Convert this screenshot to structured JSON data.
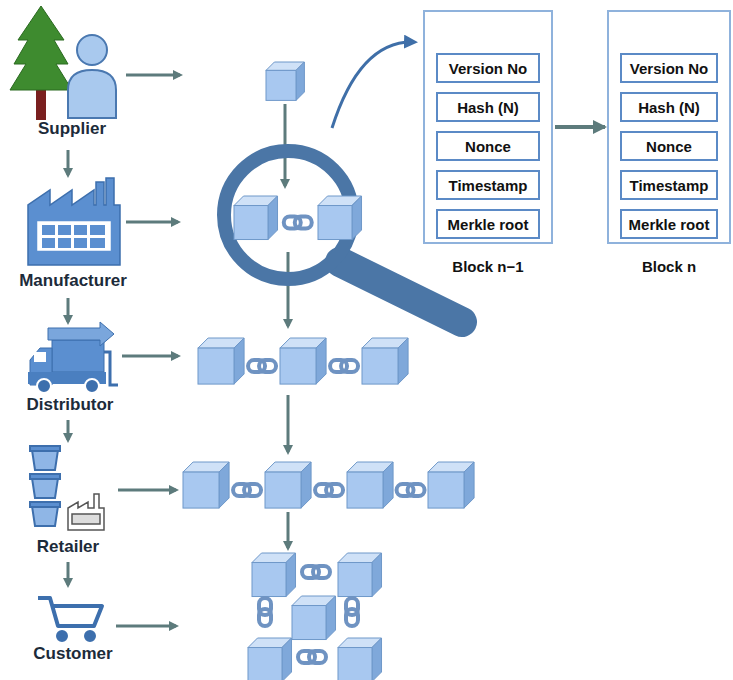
{
  "diagram": {
    "nodes": [
      {
        "text": [
          "Block n−1"
        ]
      },
      {
        "text": [
          "Version No"
        ],
        "in": 0
      },
      {
        "text": [
          "Hash (N)"
        ],
        "in": 0
      },
      {
        "text": [
          "Nonce"
        ],
        "in": 0
      },
      {
        "text": [
          "Timestamp"
        ],
        "in": 0
      },
      {
        "text": [
          "Merkle root"
        ],
        "in": 0
      },
      {
        "text": [
          "Block n"
        ]
      },
      {
        "text": [
          "Version No"
        ],
        "in": 6
      },
      {
        "text": [
          "Hash (N)"
        ],
        "in": 6
      },
      {
        "text": [
          "Nonce"
        ],
        "in": 6
      },
      {
        "text": [
          "Timestamp"
        ],
        "in": 6
      },
      {
        "text": [
          "Merkle root"
        ],
        "in": 6
      }
    ],
    "edges": [
      {
        "from": 0,
        "to": 6,
        "arrow": "to"
      }
    ],
    "labels": [
      "Supplier",
      "Manufacturer",
      "Distributor",
      "Retailer",
      "Customer"
    ]
  }
}
